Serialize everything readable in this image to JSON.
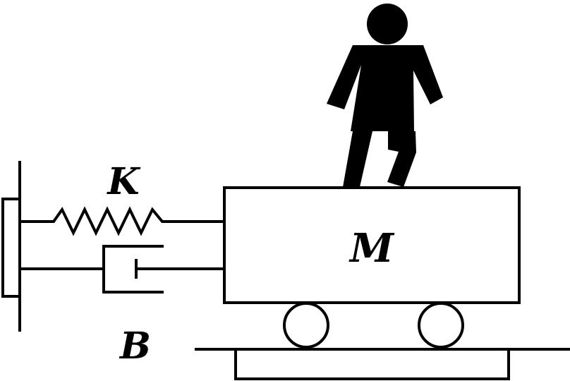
{
  "diagram": {
    "labels": {
      "spring": "K",
      "mass": "M",
      "damping": "B"
    },
    "colors": {
      "stroke": "#000000",
      "fill": "#000000",
      "background": "#ffffff"
    },
    "icons": {
      "person": "person-icon",
      "wheels": "wheel-icon"
    }
  }
}
